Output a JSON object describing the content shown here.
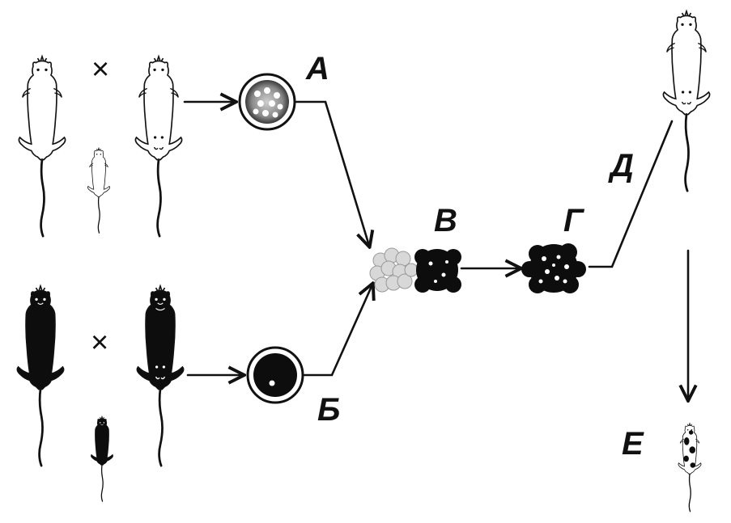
{
  "labels": {
    "a": "А",
    "b": "Б",
    "v": "В",
    "g": "Г",
    "d": "Д",
    "e": "Е",
    "cross_top": "×",
    "cross_bottom": "×"
  },
  "colors": {
    "ink": "#111111",
    "white_fur": "#ffffff",
    "black_fur": "#0d0d0d"
  }
}
